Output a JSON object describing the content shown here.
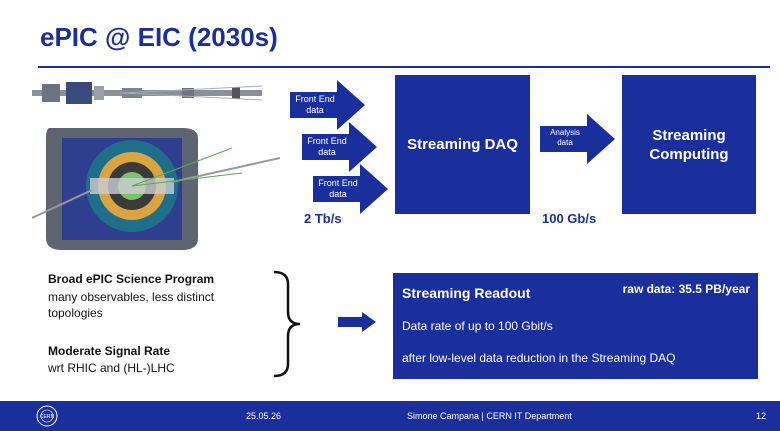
{
  "slide": {
    "title": "ePIC @ EIC (2030s)"
  },
  "pipeline": {
    "front_end_arrows": [
      "Front End data",
      "Front End data",
      "Front End data"
    ],
    "daq_box": "Streaming DAQ",
    "analysis_arrow": "Analysis data",
    "computing_box": "Streaming Computing",
    "rate_in": "2 Tb/s",
    "rate_out": "100 Gb/s"
  },
  "left": {
    "heading1": "Broad ePIC Science Program",
    "body1a": "many observables, less distinct",
    "body1b": "topologies",
    "heading2": "Moderate Signal Rate",
    "body2": "wrt RHIC and (HL-)LHC"
  },
  "readout": {
    "title": "Streaming Readout",
    "raw": "raw data: 35.5 PB/year",
    "line1": "Data rate of up to 100 Gbit/s",
    "line2": "after low-level data reduction in the Streaming DAQ"
  },
  "footer": {
    "logo": "CERN",
    "date": "25.05.26",
    "author": "Simone Campana | CERN IT Department",
    "page": "12"
  },
  "colors": {
    "brand_blue": "#1a2f9c"
  }
}
